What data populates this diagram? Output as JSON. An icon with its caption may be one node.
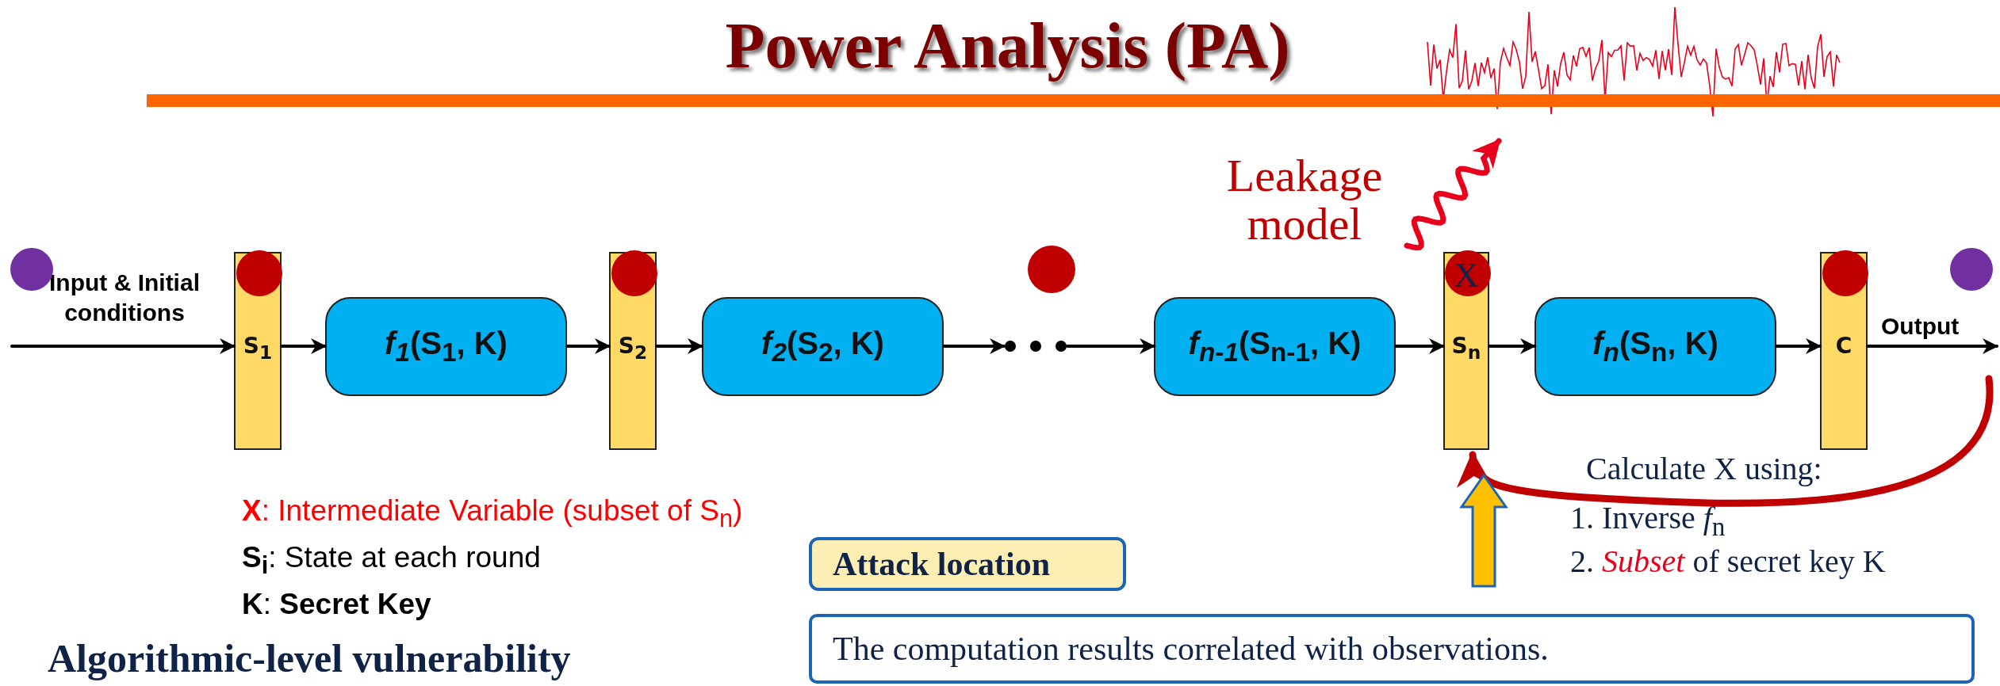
{
  "diagram": {
    "title": "Power Analysis (PA)",
    "nodes": [
      {
        "text": [],
        "shape": "picture"
      },
      {
        "text": [
          "S$_{1}$"
        ]
      },
      {
        "text": [
          "*f$_{1}$*(S$_{1}$, K)"
        ]
      },
      {
        "text": [
          "S$_{2}$"
        ]
      },
      {
        "text": [
          "*f$_{2}$*(S$_{2}$, K)"
        ]
      },
      {
        "text": [],
        "shape": "dots"
      },
      {
        "text": [
          "*f$_{n-1}$*(S$_{n-1}$, K)"
        ]
      },
      {
        "text": [
          "X",
          "S$_{n}$"
        ]
      },
      {
        "text": [
          "*f$_{n}$*(S$_{n}$, K)"
        ]
      },
      {
        "text": [
          "C"
        ]
      },
      {
        "text": [
          "Attack location"
        ]
      },
      {
        "text": [
          "The computation results correlated with observations."
        ]
      },
      {
        "text": [
          "Calculate X using:",
          "1.  Inverse *f*$_{n}$",
          "2.  *Subset* of secret key K"
        ]
      }
    ],
    "edges": [
      {
        "from": null,
        "to": 1,
        "arrow": "to",
        "label": "Input & Initial conditions"
      },
      {
        "from": 1,
        "to": 2,
        "arrow": "to"
      },
      {
        "from": 2,
        "to": 3,
        "arrow": "to"
      },
      {
        "from": 3,
        "to": 4,
        "arrow": "to"
      },
      {
        "from": 4,
        "to": 5,
        "arrow": "to"
      },
      {
        "from": 5,
        "to": 6,
        "arrow": "to"
      },
      {
        "from": 6,
        "to": 7,
        "arrow": "to"
      },
      {
        "from": 7,
        "to": 8,
        "arrow": "to"
      },
      {
        "from": 8,
        "to": 9,
        "arrow": "to"
      },
      {
        "from": 9,
        "to": null,
        "arrow": "to",
        "label": "Output"
      },
      {
        "from": 7,
        "to": 0,
        "arrow": "to",
        "color": "#e8001c"
      },
      {
        "from": null,
        "to": 7,
        "arrow": "to",
        "style": "thick",
        "color": "#c00000"
      },
      {
        "from": null,
        "to": 7,
        "arrow": "to",
        "style": "thick",
        "color": "#ffc000"
      }
    ],
    "labels": [
      "Leakage model",
      "**X**:  Intermediate Variable (subset of S$_{n}$)",
      "**S$_{i}$**:  State at each round",
      "**K**:  **Secret Key**",
      "Algorithmic-level vulnerability"
    ]
  }
}
